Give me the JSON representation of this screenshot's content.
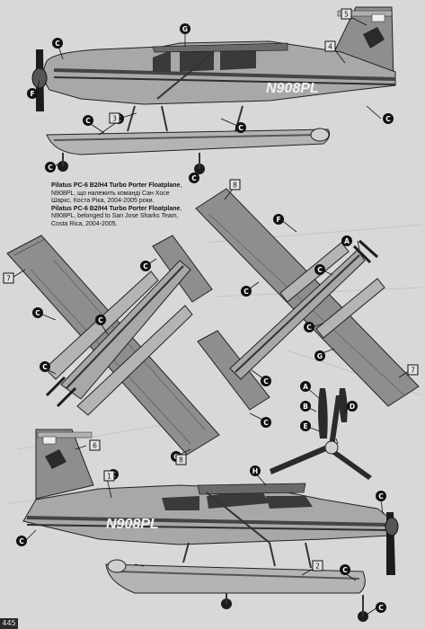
{
  "caption": {
    "title_uk": "Pilatus PC-6 B2/H4 Turbo Porter Floatplane",
    "body_uk": ", N908PL, що належить команді Сан Хосе Шаркс, Коста Ріка, 2004-2005 роки.",
    "title_en": "Pilatus PC-6 B2/H4 Turbo Porter Floatplane",
    "body_en": ", N908PL, belonged to San Jose Sharks Team, Costa Rica, 2004-2005."
  },
  "registration": "N908PL",
  "page_number": "445",
  "callouts": {
    "numbers": [
      "1",
      "2",
      "3",
      "4",
      "5",
      "6",
      "7",
      "7",
      "8",
      "8"
    ],
    "letters": [
      "A",
      "B",
      "C",
      "D",
      "E",
      "F",
      "G",
      "H"
    ]
  },
  "colors": {
    "paint": "#8e8e8c",
    "stripe": "#3a3a3a",
    "float": "#b4b4b2",
    "background": "#d8d8d6"
  }
}
